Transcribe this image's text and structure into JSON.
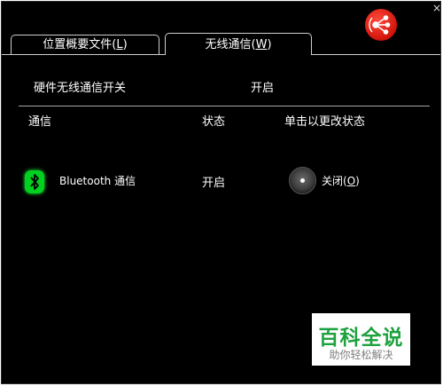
{
  "window": {
    "close_glyph": "×"
  },
  "tabs": [
    {
      "label": "位置概要文件",
      "accel": "L"
    },
    {
      "label": "无线通信",
      "accel": "W"
    }
  ],
  "hardware": {
    "label": "硬件无线通信开关",
    "value": "开启"
  },
  "columns": {
    "comm": "通信",
    "status": "状态",
    "action": "单击以更改状态"
  },
  "devices": [
    {
      "icon": "bluetooth-icon",
      "name": "Bluetooth 通信",
      "status": "开启",
      "toggle_label": "关闭",
      "toggle_accel": "O"
    }
  ],
  "watermark": {
    "title": "百科全说",
    "subtitle": "助你轻松解决"
  },
  "colors": {
    "background": "#000000",
    "bluetooth_green": "#00d01f",
    "brand_red": "#d1140b",
    "watermark_green": "#1ea23f"
  }
}
